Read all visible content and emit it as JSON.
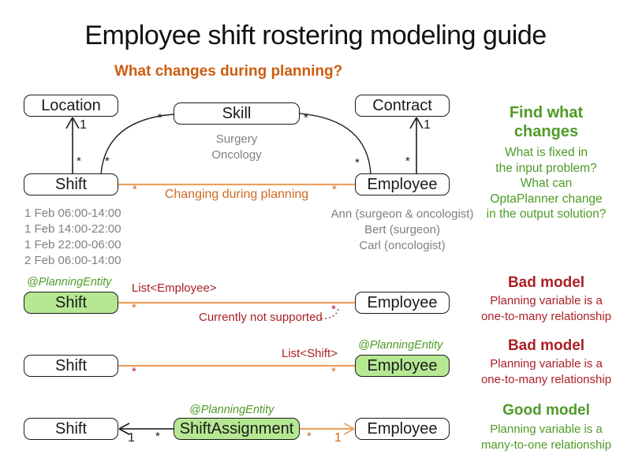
{
  "title": "Employee shift rostering modeling guide",
  "subtitle": "What changes during planning?",
  "glyphs": {
    "many": "*",
    "one": "1"
  },
  "colors": {
    "orange_line": "#E9A15E",
    "orange_text": "#D2691E",
    "green_text": "#4E9A26",
    "red_text": "#AB1F24",
    "gray_text": "#808080",
    "green_box_fill": "#B6E893"
  },
  "top_diagram": {
    "location_box": "Location",
    "skill_box": "Skill",
    "contract_box": "Contract",
    "shift_box": "Shift",
    "employee_box": "Employee",
    "skill_examples": [
      "Surgery",
      "Oncology"
    ],
    "shift_times": [
      "1 Feb 06:00-14:00",
      "1 Feb 14:00-22:00",
      "1 Feb 22:00-06:00",
      "2 Feb 06:00-14:00"
    ],
    "employees": [
      "Ann (surgeon & oncologist)",
      "Bert (surgeon)",
      "Carl (oncologist)"
    ],
    "changing_label": "Changing during planning"
  },
  "side_note": {
    "heading": "Find what\nchanges",
    "body": "What is fixed in\nthe input problem?\nWhat can\nOptaPlanner change\nin the output solution?"
  },
  "bad_model_1": {
    "annotation": "@PlanningEntity",
    "shift_box": "Shift",
    "employee_box": "Employee",
    "relation_label": "List<Employee>",
    "note": "Currently not supported",
    "heading": "Bad model",
    "body": "Planning variable is a\none-to-many relationship"
  },
  "bad_model_2": {
    "annotation": "@PlanningEntity",
    "shift_box": "Shift",
    "employee_box": "Employee",
    "relation_label": "List<Shift>",
    "heading": "Bad model",
    "body": "Planning variable is a\none-to-many relationship"
  },
  "good_model": {
    "annotation": "@PlanningEntity",
    "shift_box": "Shift",
    "assignment_box": "ShiftAssignment",
    "employee_box": "Employee",
    "heading": "Good model",
    "body": "Planning variable is a\nmany-to-one relationship"
  }
}
